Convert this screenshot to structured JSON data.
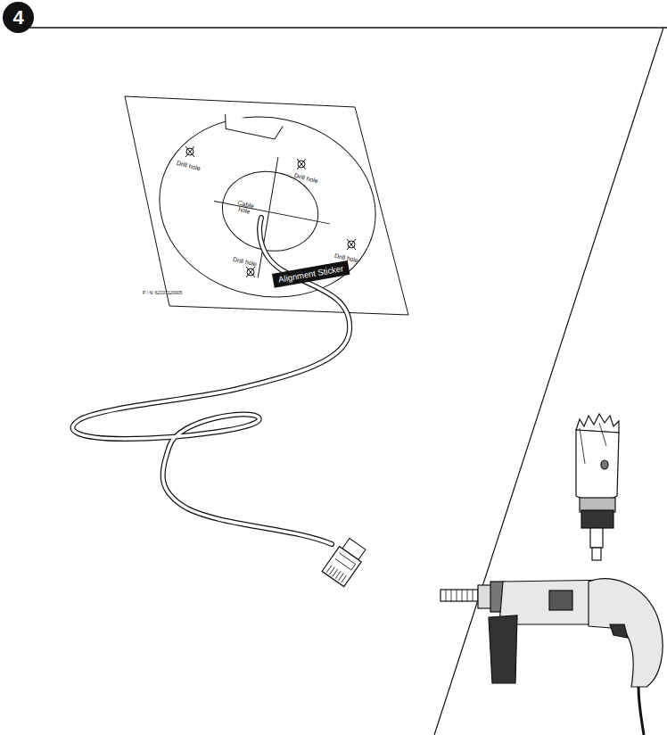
{
  "diagram": {
    "nodes": [
      {
        "text": [
          "4"
        ]
      },
      {
        "text": [
          "Alignment Sticker"
        ]
      }
    ],
    "labels": [
      "Drill hole",
      "Drill hole",
      "Cable hole",
      "Drill hole",
      "Drill hole",
      "P / N: 62107120005"
    ]
  }
}
